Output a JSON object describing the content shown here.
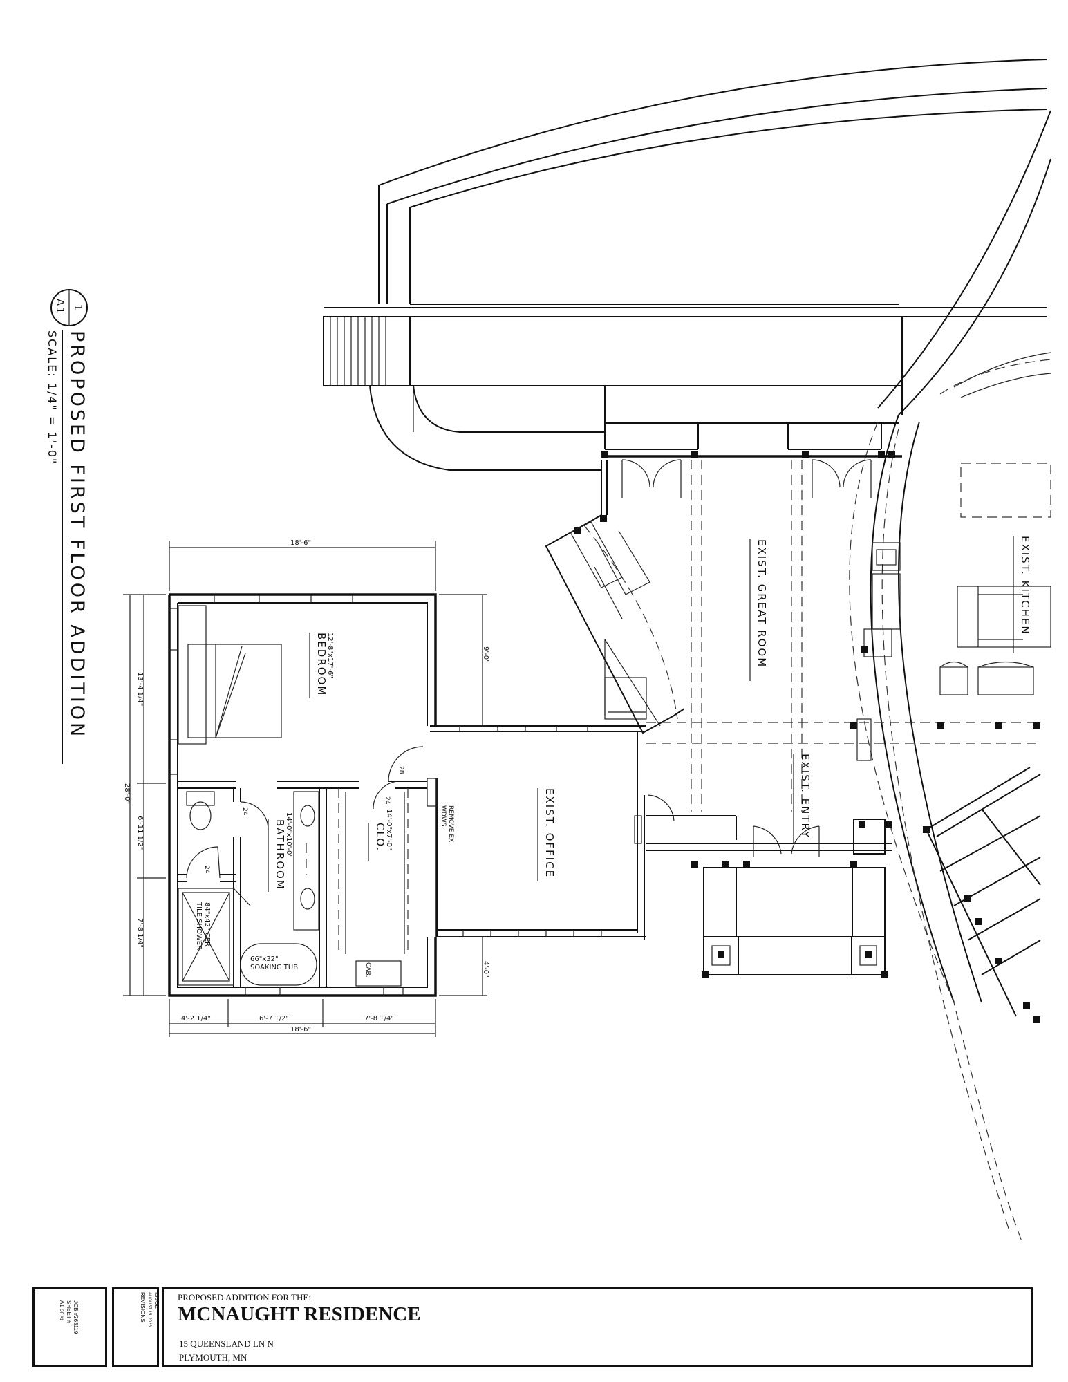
{
  "drawing": {
    "title": "PROPOSED FIRST FLOOR ADDITION",
    "scale": "SCALE: 1/4\" = 1'-0\"",
    "callout_number": "1",
    "callout_sheet": "A1"
  },
  "rooms": {
    "bedroom": {
      "name": "BEDROOM",
      "size": "12'-8\"x17'-6\""
    },
    "bathroom": {
      "name": "BATHROOM",
      "size": "14'-0\"x10'-0\""
    },
    "closet": {
      "name": "CLO.",
      "size": "14'-0\"x7'-0\""
    },
    "office": {
      "name": "EXIST. OFFICE"
    },
    "great_room": {
      "name": "EXIST. GREAT ROOM"
    },
    "kitchen": {
      "name": "EXIST. KITCHEN"
    },
    "entry": {
      "name": "EXIST. ENTRY"
    }
  },
  "notes": {
    "shower": [
      "84\"x42\" CER",
      "TILE SHOWER"
    ],
    "tub": [
      "66\"x32\"",
      "SOAKING TUB"
    ],
    "cabinet": "CAB.",
    "remove_window": [
      "REMOVE EX",
      "WDWS."
    ]
  },
  "dimensions": {
    "top_width": "18'-6\"",
    "bottom_total": "18'-6\"",
    "bottom_segments": [
      "4'-2 1/4\"",
      "6'-7 1/2\"",
      "7'-8 1/4\""
    ],
    "left_total": "28'-0\"",
    "left_segments": [
      "13'-4 1/4\"",
      "6'-11 1/2\"",
      "7'-8 1/4\""
    ],
    "right_top": "9'-0\"",
    "right_bottom": "4'-0\"",
    "door_28": "28",
    "door_24a": "24",
    "door_24b": "24",
    "door_24c": "24"
  },
  "title_block": {
    "job": "JOB #263119",
    "sheet_label": "SHEET #",
    "sheet_no": "A1",
    "sheet_of": "OF A1",
    "issue": "ISSUE",
    "issue_date": "AUGUST 15, 2026",
    "revisions": "REVISIONS",
    "proposed": "PROPOSED ADDITION FOR THE:",
    "project": "MCNAUGHT RESIDENCE",
    "address1": "15 QUEENSLAND LN N",
    "address2": "PLYMOUTH, MN"
  }
}
